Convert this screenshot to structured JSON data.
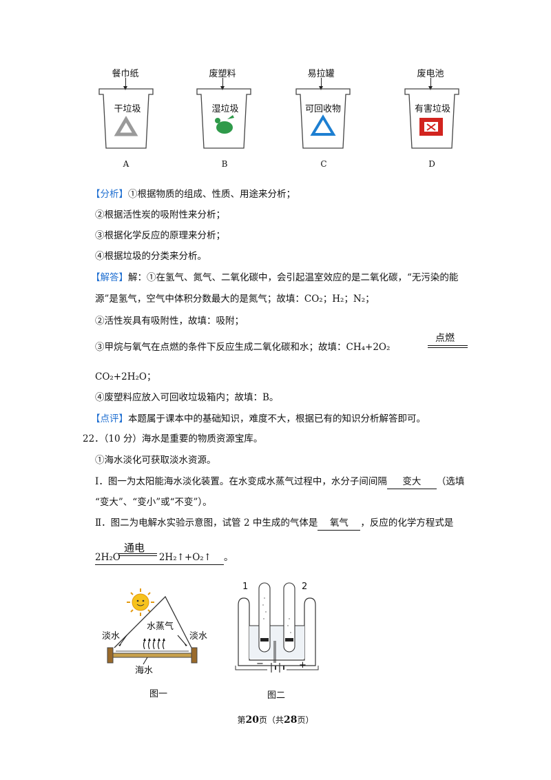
{
  "bins": [
    {
      "item": "餐巾纸",
      "bin": "干垃圾",
      "letter": "A"
    },
    {
      "item": "废塑料",
      "bin": "湿垃圾",
      "letter": "B"
    },
    {
      "item": "易拉罐",
      "bin": "可回收物",
      "letter": "C"
    },
    {
      "item": "废电池",
      "bin": "有害垃圾",
      "letter": "D"
    }
  ],
  "analysis": {
    "tag": "【分析】",
    "lines": [
      "①根据物质的组成、性质、用途来分析；",
      "②根据活性炭的吸附性来分析；",
      "③根据化学反应的原理来分析；",
      "④根据垃圾的分类来分析。"
    ]
  },
  "answer": {
    "tag": "【解答】",
    "line1": "解：①在氢气、氮气、二氧化碳中，会引起温室效应的是二氧化碳，“无污染的能",
    "line2": "源”是氢气，空气中体积分数最大的是氮气；故填：CO₂；H₂；N₂；",
    "line3": "②活性炭具有吸附性，故填：吸附；",
    "line4": "③甲烷与氧气在点燃的条件下反应生成二氧化碳和水；故填：CH₄+2O₂",
    "condition": "点燃",
    "line5": "CO₂+2H₂O；",
    "line6": "④废塑料应放入可回收垃圾箱内；故填：B。"
  },
  "comment": {
    "tag": "【点评】",
    "text": "本题属于课本中的基础知识，难度不大，根据已有的知识分析解答即可。"
  },
  "q22": {
    "stem": "22．（10 分）海水是重要的物质资源宝库。",
    "sub1": "①海水淡化可获取淡水资源。",
    "part1_a": "Ⅰ．图一为太阳能海水淡化装置。在水变成水蒸气过程中，水分子间间隔",
    "part1_blank": "变大",
    "part1_b": "（选填",
    "part1_c": "“变大”、“变小”或“不变”）。",
    "part2_a": "Ⅱ．图二为电解水实验示意图，试管 2 中生成的气体是",
    "part2_blank": "氧气",
    "part2_b": "，反应的化学方程式是",
    "eq_left": "2H₂O",
    "eq_condition": "通电",
    "eq_right": "2H₂↑+O₂↑",
    "eq_end": "。"
  },
  "fig1": {
    "caption": "图一",
    "fresh_left": "淡水",
    "vapor": "水蒸气",
    "fresh_right": "淡水",
    "sea": "海水"
  },
  "fig2": {
    "caption": "图二",
    "tube1": "1",
    "tube2": "2",
    "neg": "−",
    "pos": "+"
  },
  "footer": {
    "pre": "第",
    "page": "20",
    "mid": "页（共",
    "total": "28",
    "post": "页）"
  }
}
